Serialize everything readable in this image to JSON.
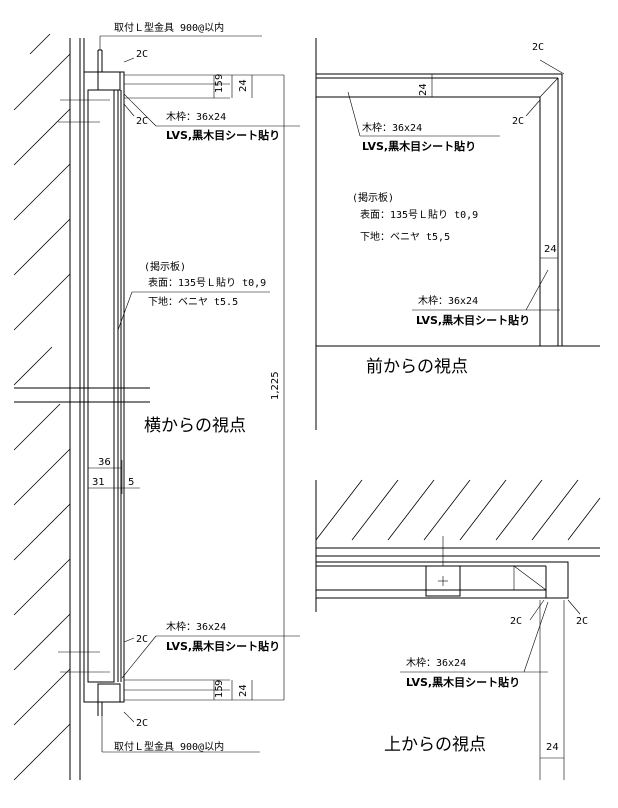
{
  "titles": {
    "side": "横からの視点",
    "front": "前からの視点",
    "top": "上からの視点"
  },
  "bracket_note": "取付Ｌ型金具 900@以内",
  "frame_note": "木枠：36x24",
  "finish_note": "LVS,黒木目シート貼り",
  "board": {
    "heading": "(掲示板)",
    "surface": "表面：135号Ｌ貼り t0,9",
    "base_side": "下地：ベニヤ t5.5",
    "base_front": "下地：ベニヤ t5,5"
  },
  "tags": {
    "two_c": "2C"
  },
  "dimensions": {
    "d9": "9",
    "d15": "15",
    "d24": "24",
    "d1225": "1,225",
    "d36": "36",
    "d31": "31",
    "d5": "5",
    "d15b": "15",
    "d9b": "9"
  }
}
